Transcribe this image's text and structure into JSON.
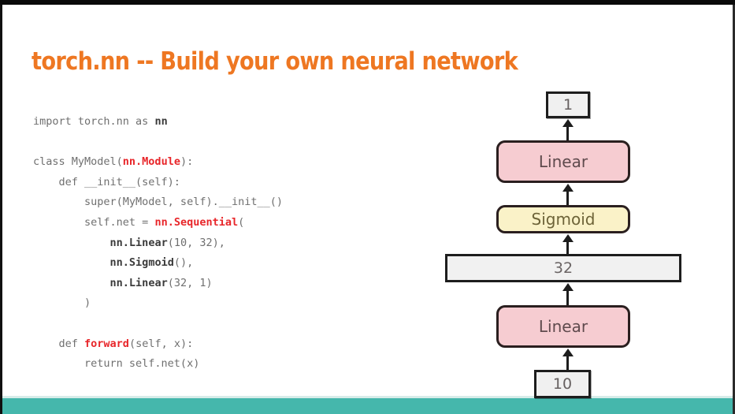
{
  "slide": {
    "title": "torch.nn -- Build your own neural network",
    "title_color": "#ee7722",
    "background_color": "#ffffff",
    "footer_bar_color": "#45b7ac"
  },
  "code": {
    "language": "python",
    "lines": [
      {
        "tokens": [
          {
            "t": "import torch.nn as ",
            "s": "plain"
          },
          {
            "t": "nn",
            "s": "kw-dark"
          }
        ]
      },
      {
        "tokens": []
      },
      {
        "tokens": [
          {
            "t": "class MyModel(",
            "s": "plain"
          },
          {
            "t": "nn.Module",
            "s": "kw-red"
          },
          {
            "t": "):",
            "s": "plain"
          }
        ]
      },
      {
        "tokens": [
          {
            "t": "    def __init__(self):",
            "s": "plain"
          }
        ]
      },
      {
        "tokens": [
          {
            "t": "        super(MyModel, self).__init__()",
            "s": "plain"
          }
        ]
      },
      {
        "tokens": [
          {
            "t": "        self.net = ",
            "s": "plain"
          },
          {
            "t": "nn.Sequential",
            "s": "kw-red"
          },
          {
            "t": "(",
            "s": "plain"
          }
        ]
      },
      {
        "tokens": [
          {
            "t": "            ",
            "s": "plain"
          },
          {
            "t": "nn.Linear",
            "s": "kw-dark"
          },
          {
            "t": "(10, 32),",
            "s": "plain"
          }
        ]
      },
      {
        "tokens": [
          {
            "t": "            ",
            "s": "plain"
          },
          {
            "t": "nn.Sigmoid",
            "s": "kw-dark"
          },
          {
            "t": "(),",
            "s": "plain"
          }
        ]
      },
      {
        "tokens": [
          {
            "t": "            ",
            "s": "plain"
          },
          {
            "t": "nn.Linear",
            "s": "kw-dark"
          },
          {
            "t": "(32, 1)",
            "s": "plain"
          }
        ]
      },
      {
        "tokens": [
          {
            "t": "        )",
            "s": "plain"
          }
        ]
      },
      {
        "tokens": []
      },
      {
        "tokens": [
          {
            "t": "    def ",
            "s": "plain"
          },
          {
            "t": "forward",
            "s": "kw-red"
          },
          {
            "t": "(self, x):",
            "s": "plain"
          }
        ]
      },
      {
        "tokens": [
          {
            "t": "        return self.net(x)",
            "s": "plain"
          }
        ]
      }
    ]
  },
  "diagram": {
    "title": "network-architecture",
    "flow_direction": "bottom-to-top",
    "nodes": [
      {
        "id": "output",
        "label": "1",
        "kind": "io",
        "color": "#f0f0f0"
      },
      {
        "id": "linear2",
        "label": "Linear",
        "kind": "op",
        "color": "#f6ccd1"
      },
      {
        "id": "sigmoid",
        "label": "Sigmoid",
        "kind": "op",
        "color": "#faf2c8"
      },
      {
        "id": "hidden",
        "label": "32",
        "kind": "tensor",
        "color": "#f1f1f1"
      },
      {
        "id": "linear1",
        "label": "Linear",
        "kind": "op",
        "color": "#f6ccd1"
      },
      {
        "id": "input",
        "label": "10",
        "kind": "io",
        "color": "#f0f0f0"
      }
    ],
    "edges": [
      {
        "from": "input",
        "to": "linear1"
      },
      {
        "from": "linear1",
        "to": "hidden"
      },
      {
        "from": "hidden",
        "to": "sigmoid"
      },
      {
        "from": "sigmoid",
        "to": "linear2"
      },
      {
        "from": "linear2",
        "to": "output"
      }
    ]
  }
}
